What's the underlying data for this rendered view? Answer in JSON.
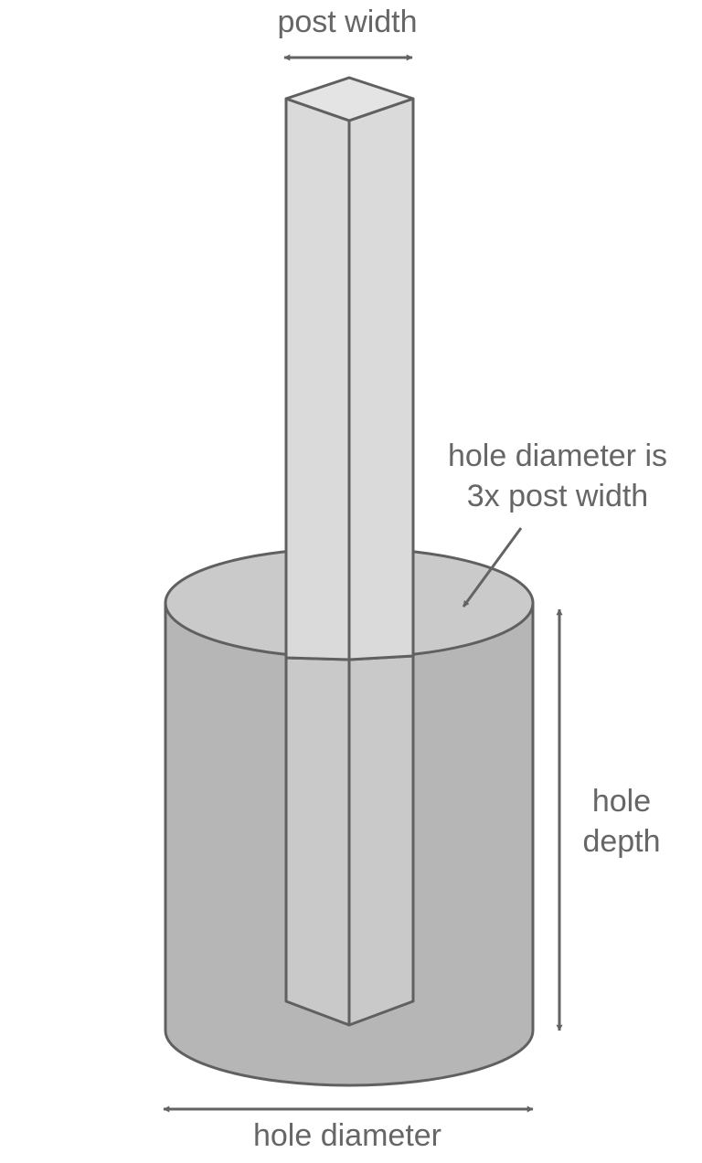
{
  "labels": {
    "post_width": "post width",
    "hole_diameter_note": [
      "hole diameter is",
      "3x post width"
    ],
    "hole_depth": [
      "hole",
      "depth"
    ],
    "hole_diameter": "hole diameter"
  },
  "colors": {
    "outline": "#606060",
    "post_face": "#dadada",
    "post_top": "#e4e4e4",
    "hole_top": "#cacaca",
    "hole_body": "#b6b6b6",
    "post_in_hole": "#c9c9c9",
    "arrow": "#636363",
    "text": "#666666"
  }
}
